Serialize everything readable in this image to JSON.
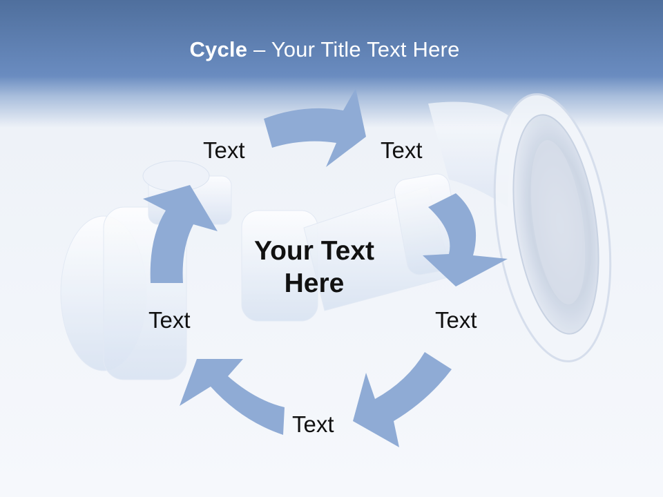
{
  "slide": {
    "title_bold": "Cycle",
    "title_rest": " – Your Title Text Here",
    "center_text": "Your Text Here",
    "nodes": [
      "Text",
      "Text",
      "Text",
      "Text",
      "Text"
    ]
  },
  "colors": {
    "header": "#5b7db2",
    "arrow": "#8fabd5",
    "background": "#f5f7fb",
    "title_text": "#ffffff",
    "node_text": "#111111"
  },
  "icons": [
    "plumbing-pipe-image",
    "sink-strainer-image"
  ]
}
